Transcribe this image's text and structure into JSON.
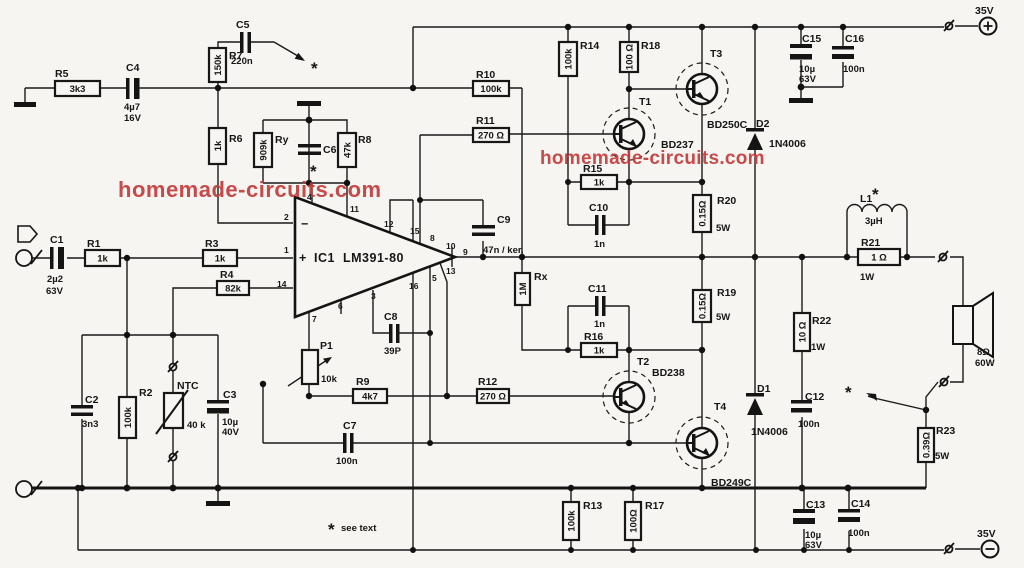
{
  "watermark": "homemade-circuits.com",
  "note": {
    "star": "*",
    "text": "see text"
  },
  "supply": {
    "top": "35V",
    "bottom": "35V"
  },
  "ic": {
    "minus": "−",
    "plus": "+",
    "name": "IC1",
    "part": "LM391-80"
  },
  "pins": {
    "p1": "1",
    "p2": "2",
    "p3": "3",
    "p4": "4",
    "p5": "5",
    "p6": "6",
    "p7": "7",
    "p8": "8",
    "p9": "9",
    "p10": "10",
    "p11": "11",
    "p12": "12",
    "p13": "13",
    "p14": "14",
    "p15": "15",
    "p16": "16"
  },
  "t": {
    "r5": "R5",
    "r5v": "3k3",
    "c4": "C4",
    "c4v1": "4µ7",
    "c4v2": "16V",
    "r7": "R7",
    "r7v": "150k",
    "c5": "C5",
    "c5v": "220n",
    "star": "*",
    "r6": "R6",
    "r6v": "1k",
    "ry": "Ry",
    "ryv": "909k",
    "c6": "C6",
    "r8": "R8",
    "r8v": "47k",
    "c1": "C1",
    "c1v1": "2µ2",
    "c1v2": "63V",
    "r1": "R1",
    "r1v": "1k",
    "r3": "R3",
    "r3v": "1k",
    "r4": "R4",
    "r4v": "82k",
    "c2": "C2",
    "c2v": "3n3",
    "r2": "R2",
    "r2v": "100k",
    "ntc": "NTC",
    "ntcv": "40 k",
    "c3": "C3",
    "c3v1": "10µ",
    "c3v2": "40V",
    "p1": "P1",
    "p1v": "10k",
    "r9": "R9",
    "r9v": "4k7",
    "c7": "C7",
    "c7v": "100n",
    "c8": "C8",
    "c8v": "39P",
    "r10": "R10",
    "r10v": "100k",
    "r11": "R11",
    "r11v": "270 Ω",
    "c9": "C9",
    "c9v": "47n / ker.",
    "rx": "Rx",
    "rxv": "1M",
    "r15": "R15",
    "r15v": "1k",
    "c10": "C10",
    "c10v": "1n",
    "c11": "C11",
    "c11v": "1n",
    "r16": "R16",
    "r16v": "1k",
    "r12": "R12",
    "r12v": "270 Ω",
    "r14": "R14",
    "r14v": "100k",
    "r18": "R18",
    "r18v": "100 Ω",
    "t1": "T1",
    "t1t": "BD237",
    "t2": "T2",
    "t2t": "BD238",
    "t3": "T3",
    "t3t": "BD250C",
    "t4": "T4",
    "t4t": "BD249C",
    "d1": "D1",
    "d1t": "1N4006",
    "d2": "D2",
    "d2t": "1N4006",
    "c15": "C15",
    "c15v1": "10µ",
    "c15v2": "63V",
    "c16": "C16",
    "c16v": "100n",
    "r20": "R20",
    "r20v": "0.15Ω",
    "r20w": "5W",
    "r19": "R19",
    "r19v": "0.15Ω",
    "r19w": "5W",
    "l1": "L1",
    "l1v": "3µH",
    "r21": "R21",
    "r21v": "1 Ω",
    "r21w": "1W",
    "r22": "R22",
    "r22v": "10 Ω",
    "r22w": "1W",
    "r23": "R23",
    "r23v": "0.39Ω",
    "r23w": "5W",
    "spk1": "8Ω",
    "spk2": "60W",
    "r13": "R13",
    "r13v": "100k",
    "r17": "R17",
    "r17v": "100Ω",
    "c12": "C12",
    "c12v": "100n",
    "c13": "C13",
    "c13v1": "10µ",
    "c13v2": "63V",
    "c14": "C14",
    "c14v": "100n"
  }
}
